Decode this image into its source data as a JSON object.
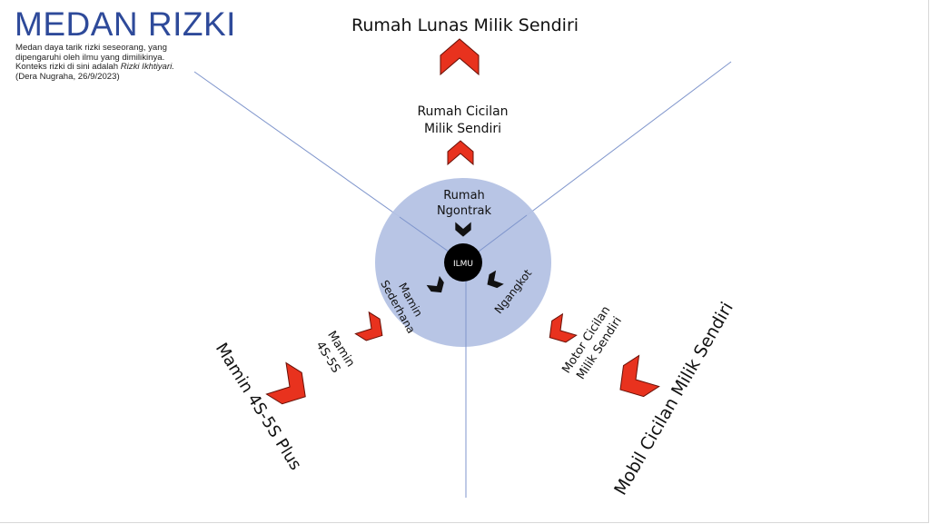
{
  "title": "MEDAN RIZKI",
  "subtitle": {
    "line1": "Medan daya tarik rizki seseorang, yang",
    "line2": "dipengaruhi oleh ilmu yang dimilikinya.",
    "line3_prefix": "Konteks rizki di sini adalah ",
    "line3_emphasis": "Rizki Ikhtiyari.",
    "line4": "(Dera Nugraha, 26/9/2023)"
  },
  "center": {
    "label": "ILMU"
  },
  "inner": {
    "rumah": [
      "Rumah",
      "Ngontrak"
    ],
    "mamin": [
      "Mamin",
      "Sederhana"
    ],
    "angkot": "Ngangkot"
  },
  "outer": {
    "rumah_cicilan": [
      "Rumah Cicilan",
      "Milik Sendiri"
    ],
    "rumah_lunas": "Rumah Lunas Milik Sendiri",
    "mamin_4s5s": [
      "Mamin",
      "4S-5S"
    ],
    "mamin_plus": "Mamin 4S-5S Plus",
    "motor": [
      "Motor Cicilan",
      "Milik Sendiri"
    ],
    "mobil": "Mobil Cicilan Milik Sendiri"
  },
  "colors": {
    "field_circle": "#b4c2e4",
    "axis_line": "#7f95cc",
    "chevron_red": "#e8321e",
    "chevron_black": "#111111",
    "title_blue": "#2e4a9a"
  },
  "icons": {
    "chevron_up": "chevron-up-icon",
    "chevron_down": "chevron-down-icon",
    "chevron_diagonal": "chevron-diagonal-icon"
  }
}
